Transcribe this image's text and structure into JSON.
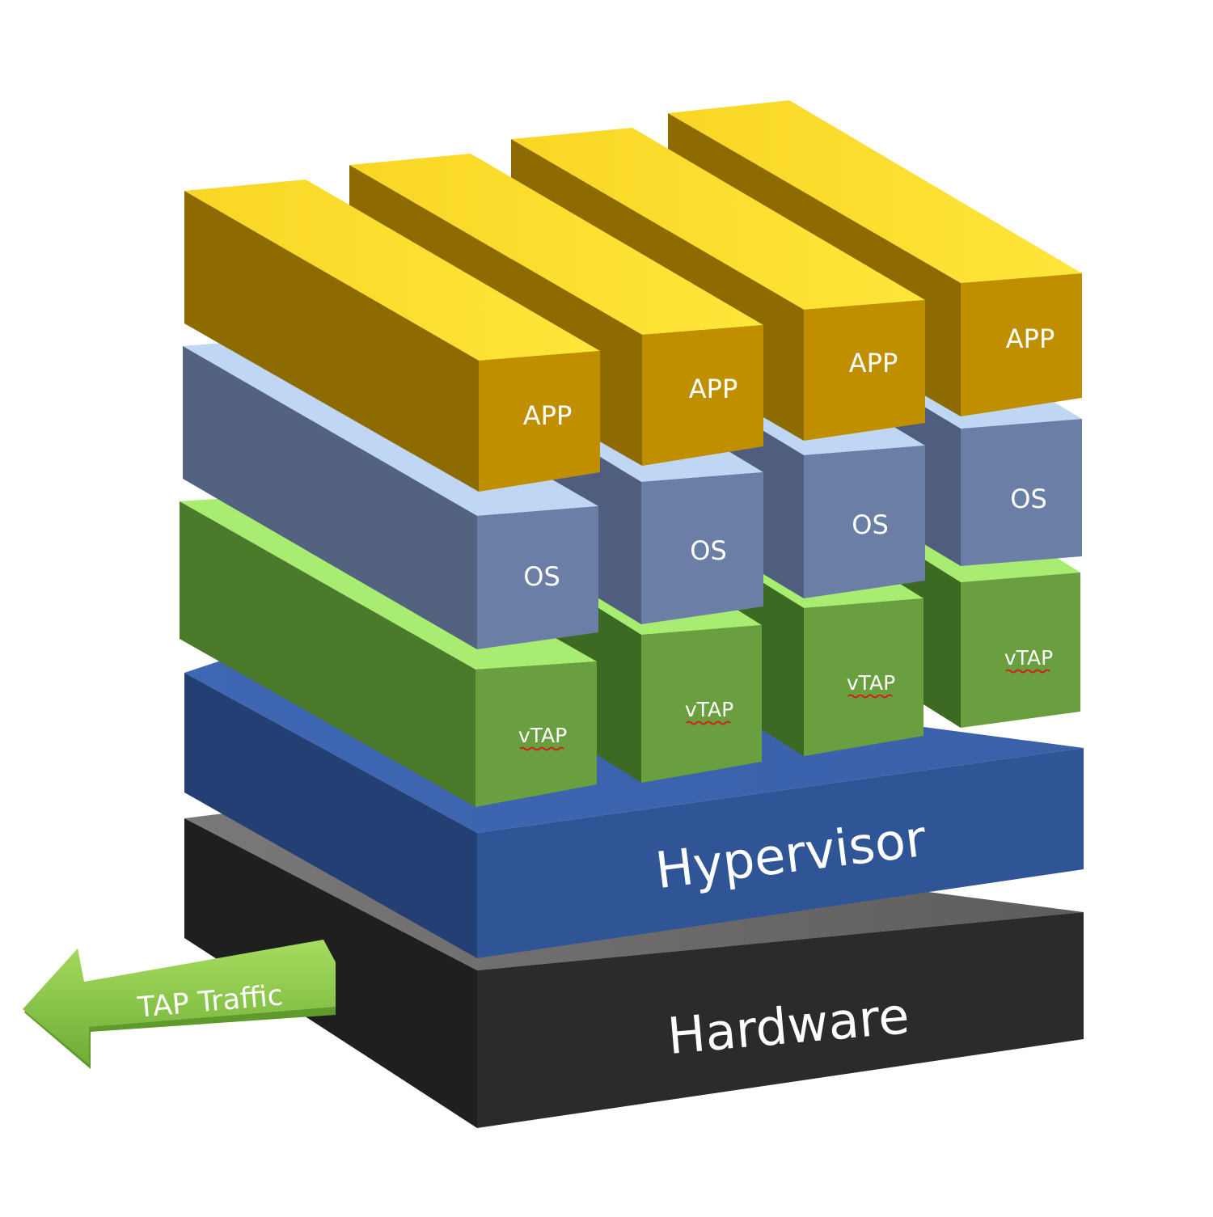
{
  "layers": {
    "hardware": {
      "label": "Hardware"
    },
    "hypervisor": {
      "label": "Hypervisor"
    },
    "vtap": {
      "labels": [
        "vTAP",
        "vTAP",
        "vTAP",
        "vTAP"
      ]
    },
    "os": {
      "labels": [
        "OS",
        "OS",
        "OS",
        "OS"
      ]
    },
    "app": {
      "labels": [
        "APP",
        "APP",
        "APP",
        "APP"
      ]
    }
  },
  "arrow": {
    "label": "TAP Traffic"
  },
  "colors": {
    "app": "#E8B400",
    "os": "#8497C0",
    "vtap": "#70AD47",
    "hypervisor": "#2F5597",
    "hardware": "#262626",
    "arrow": "#92D050"
  }
}
